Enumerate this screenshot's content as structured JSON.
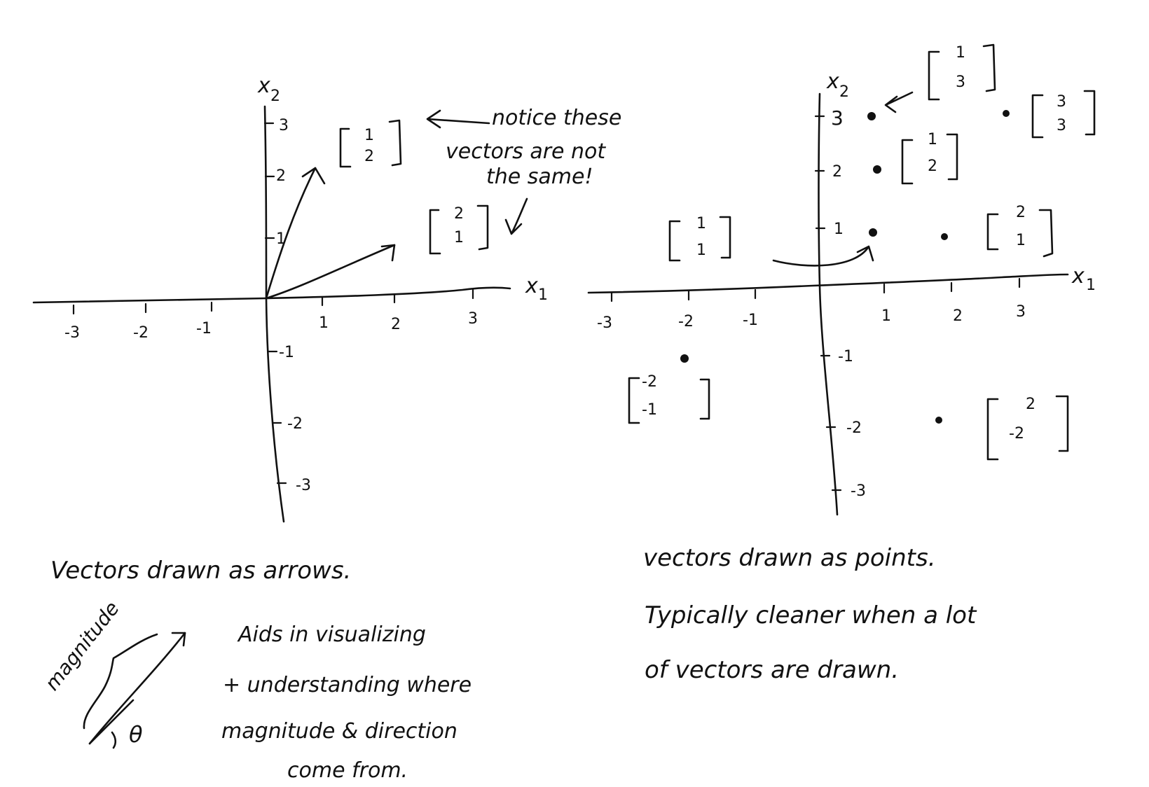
{
  "left_panel": {
    "x_axis_label": "x",
    "x_axis_sub": "1",
    "y_axis_label": "x",
    "y_axis_sub": "2",
    "x_ticks": [
      "-3",
      "-2",
      "-1",
      "1",
      "2",
      "3"
    ],
    "y_ticks": [
      "3",
      "2",
      "1",
      "-1",
      "-2",
      "-3"
    ],
    "vectors": [
      {
        "top": "1",
        "bottom": "2"
      },
      {
        "top": "2",
        "bottom": "1"
      }
    ],
    "annotation": [
      "notice these",
      "vectors are not",
      "the same!"
    ],
    "caption": "Vectors drawn as arrows.",
    "sketch_magnitude": "magnitude",
    "sketch_angle": "θ",
    "aids_text": [
      "Aids in visualizing",
      "+ understanding where",
      "magnitude & direction",
      "come from."
    ]
  },
  "right_panel": {
    "x_axis_label": "x",
    "x_axis_sub": "1",
    "y_axis_label": "x",
    "y_axis_sub": "2",
    "x_ticks": [
      "-3",
      "-2",
      "-1",
      "1",
      "2",
      "3"
    ],
    "y_ticks": [
      "3",
      "2",
      "1",
      "-1",
      "-2",
      "-3"
    ],
    "points": [
      {
        "top": "1",
        "bottom": "3"
      },
      {
        "top": "3",
        "bottom": "3"
      },
      {
        "top": "1",
        "bottom": "2"
      },
      {
        "top": "1",
        "bottom": "1"
      },
      {
        "top": "2",
        "bottom": "1"
      },
      {
        "top": "-2",
        "bottom": "-1"
      },
      {
        "top": "2",
        "bottom": "-2"
      }
    ],
    "caption_lines": [
      "vectors drawn as points.",
      "Typically cleaner when a lot",
      "of vectors are drawn."
    ]
  }
}
